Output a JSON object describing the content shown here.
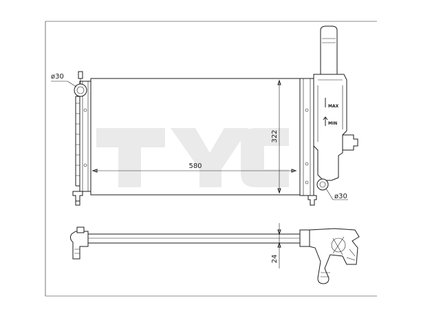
{
  "dimensions": {
    "core_width": "580",
    "core_height": "322",
    "core_thickness": "24",
    "inlet_diameter": "ø30",
    "outlet_diameter": "ø30"
  },
  "tank_markings": {
    "max": "MAX",
    "min": "MIN"
  },
  "watermark": {
    "text": "TYC",
    "color": "#e6e6e6"
  },
  "colors": {
    "line": "#1a1a1a",
    "background": "#ffffff"
  }
}
